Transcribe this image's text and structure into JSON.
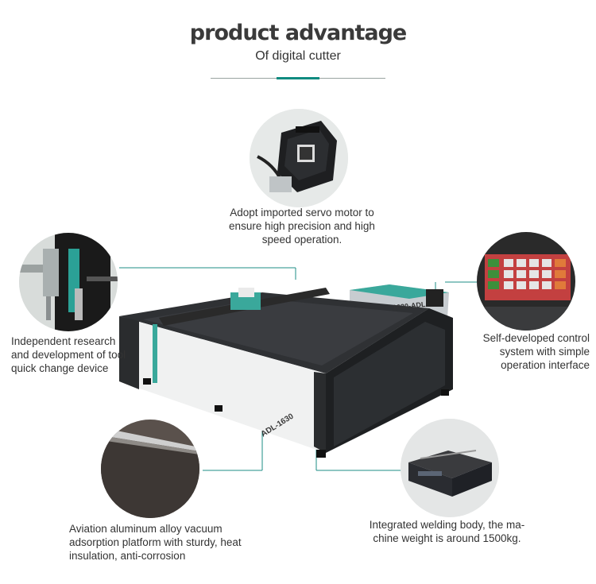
{
  "header": {
    "title": "product advantage",
    "subtitle": "Of digital cutter"
  },
  "features": {
    "servo": "Adopt imported servo motor to ensure high precision and high speed operation.",
    "tool": "Independent research and development of tool quick change device",
    "control": "Self-developed control system with simple operation interface",
    "platform": "Aviation aluminum alloy vacuum adsorption platform with sturdy, heat insulation, anti-corrosion",
    "welding": "Integrated welding body, the ma-chine weight is around 1500kg."
  },
  "machine": {
    "side_label": "ADL-1630",
    "cabinet_label": "1630-ADL"
  },
  "colors": {
    "accent": "#0f8b80",
    "machine_body": "#2a2c2e",
    "panel_white": "#f2f2f2"
  }
}
